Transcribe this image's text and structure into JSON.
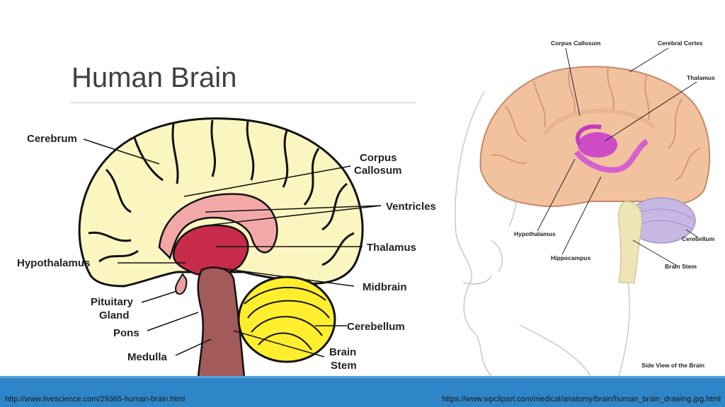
{
  "slide": {
    "title": "Human Brain"
  },
  "left_diagram": {
    "labels": {
      "cerebrum": "Cerebrum",
      "corpus_1": "Corpus",
      "corpus_2": "Callosum",
      "ventricles": "Ventricles",
      "thalamus": "Thalamus",
      "hypothalamus": "Hypothalamus",
      "midbrain": "Midbrain",
      "pituitary_1": "Pituitary",
      "pituitary_2": "Gland",
      "pons": "Pons",
      "cerebellum": "Cerebellum",
      "medulla": "Medulla",
      "brainstem_1": "Brain",
      "brainstem_2": "Stem"
    }
  },
  "right_diagram": {
    "labels": {
      "corpus_callosum": "Corpus Callosum",
      "cerebral_cortex": "Cerebral Cortex",
      "thalamus": "Thalamus",
      "hypothalamus": "Hypothalamus",
      "cerebellum": "Cerebellum",
      "hippocampus": "Hippocampus",
      "brain_stem": "Brain Stem",
      "caption": "Side View of the Brain"
    }
  },
  "footer": {
    "source_left": "http://www.livescience.com/29365-human-brain.html",
    "source_right": "https://www.wpclipart.com/medical/anatomy/brain/human_brain_drawing.jpg.html"
  }
}
